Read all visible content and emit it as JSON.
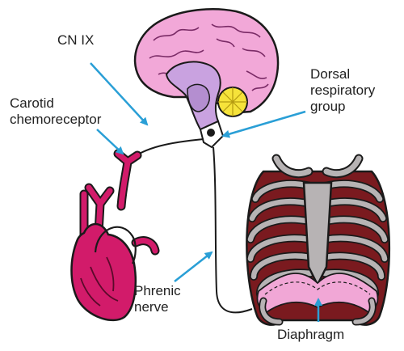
{
  "labels": {
    "cn_ix": "CN IX",
    "carotid_line1": "Carotid",
    "carotid_line2": "chemoreceptor",
    "dorsal_line1": "Dorsal",
    "dorsal_line2": "respiratory",
    "dorsal_line3": "group",
    "phrenic_line1": "Phrenic",
    "phrenic_line2": "nerve",
    "diaphragm": "Diaphragm"
  },
  "colors": {
    "arrow": "#2a9fd6",
    "nerve": "#1a1a1a",
    "brain_pink": "#f2a8d8",
    "brainstem_purple": "#c9a2e0",
    "cerebellum_yellow": "#f6e33a",
    "heart_magenta": "#d21b6a",
    "rib_gray": "#b7b3b4",
    "rib_red": "#7a1a1f",
    "diaphragm_pink": "#f1a7d6"
  }
}
